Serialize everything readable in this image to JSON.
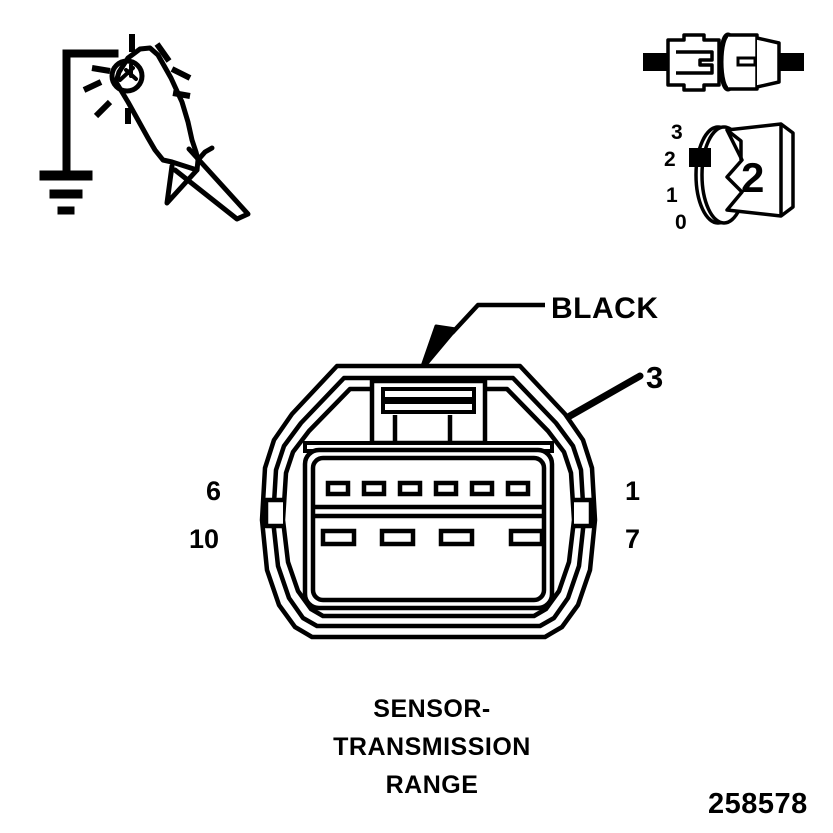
{
  "figure": {
    "part_number": "258578",
    "caption_lines": [
      "SENSOR-",
      "TRANSMISSION",
      "RANGE"
    ],
    "caption_full": "SENSOR-TRANSMISSION RANGE",
    "ink_color": "#000000",
    "background_color": "#ffffff"
  },
  "callouts": {
    "wire_color_label": "BLACK",
    "cavity_callout": "3"
  },
  "connector": {
    "pin_labels": {
      "top_left": "6",
      "bottom_left": "10",
      "top_right": "1",
      "bottom_right": "7"
    },
    "top_row_cavity_count": 6,
    "bottom_row_cavity_count": 4
  },
  "dial": {
    "scale_labels": [
      "3",
      "2",
      "1",
      "0"
    ],
    "selected_value": "2",
    "marker_position": "2"
  },
  "icons": {
    "probe": "test-light-probe-icon",
    "ground": "ground-symbol-icon",
    "inline_connector": "inline-connector-pair-icon",
    "dial": "rotary-dial-icon"
  }
}
